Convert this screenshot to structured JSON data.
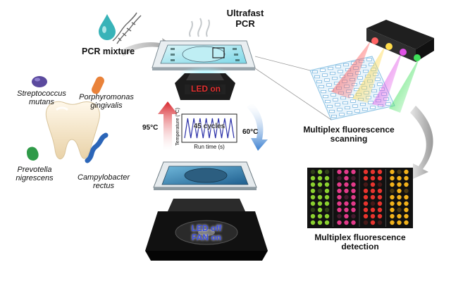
{
  "figure": {
    "pcr_mixture_label": "PCR mixture",
    "ultrafast_pcr_label": [
      "Ultrafast",
      "PCR"
    ],
    "bacteria": [
      {
        "name_line1": "Streptococcus",
        "name_line2": "mutans",
        "color": "#5b4a9e"
      },
      {
        "name_line1": "Porphyromonas",
        "name_line2": "gingivalis",
        "color": "#e9823a"
      },
      {
        "name_line1": "Prevotella",
        "name_line2": "nigrescens",
        "color": "#2f9a48"
      },
      {
        "name_line1": "Campylobacter",
        "name_line2": "rectus",
        "color": "#2b65b8"
      }
    ],
    "led_on_label": "LED on",
    "led_off_label": "LED off",
    "fan_on_label": "FAN on",
    "hot_temp_label": "95°C",
    "cold_temp_label": "60°C",
    "thermal_plot": {
      "cycles_label": "45 cycles",
      "y_axis_label": "Temperature (°C)",
      "x_axis_label": "Run time (s)",
      "line_color": "#2a2fa8"
    },
    "scanning_label": [
      "Multiplex fluorescence",
      "scanning"
    ],
    "detection_label": [
      "Multiplex fluorescence",
      "detection"
    ],
    "colors": {
      "heat_arrow": "#d8262c",
      "cool_arrow": "#3a7fd0",
      "led_on_text": "#e03030",
      "led_off_text": "#3d4fe0",
      "chip_top": "#7fd8e8",
      "chip_bottom": "#2d7fb0",
      "detection_columns": [
        "#8bd12f",
        "#e33a8a",
        "#e8342e",
        "#f2b21a"
      ]
    }
  }
}
